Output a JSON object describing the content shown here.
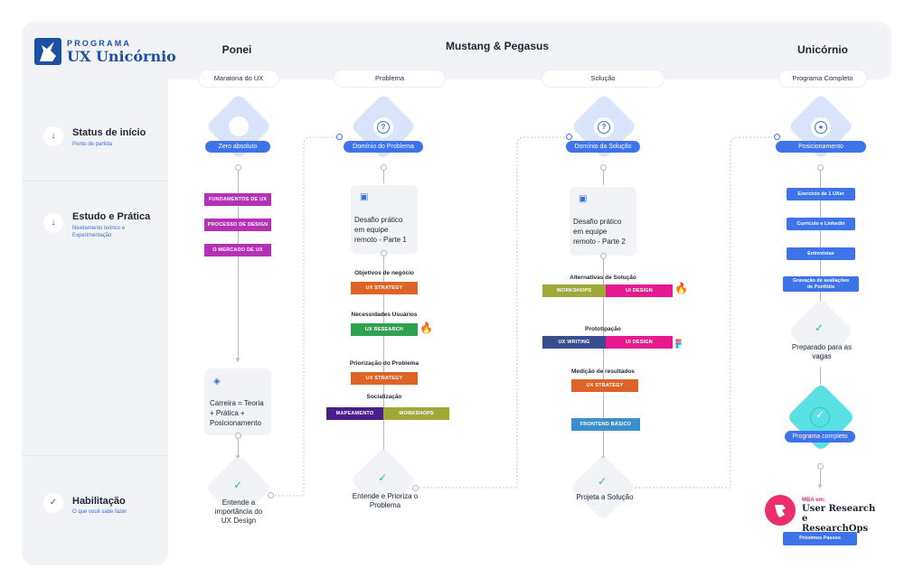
{
  "logo": {
    "sup": "PROGRAMA",
    "main": "UX Unicórnio"
  },
  "columns": [
    {
      "title": "Ponei",
      "pill": "Maratona do UX"
    },
    {
      "title": "Mustang & Pegasus",
      "pill_a": "Problema",
      "pill_b": "Solução"
    },
    {
      "title": "Unicórnio",
      "pill": "Programa Completo"
    }
  ],
  "rows": [
    {
      "title": "Status de início",
      "sub": "Ponto de partida"
    },
    {
      "title": "Estudo e Prática",
      "sub": "Nivelamento teórico e\nExperimentação"
    },
    {
      "title": "Habilitação",
      "sub": "O que você sabe fazer"
    }
  ],
  "ponei": {
    "start": "Zero absoluto",
    "tags": [
      "FUNDAMENTOS DE UX",
      "PROCESSO DE DESIGN",
      "O MERCADO DE UX"
    ],
    "card": "Carreira = Teoria\n+ Prática +\nPosicionamento",
    "end": "Entende a\nimportância do\nUX Design"
  },
  "problema": {
    "start": "Domínio do Problema",
    "card": "Desafio prático\nem equipe\nremoto - Parte 1",
    "l1": "Objetivos de negócio",
    "t1": "UX STRATEGY",
    "l2": "Necessidades Usuários",
    "t2": "UX RESEARCH",
    "l3": "Priorização do Problema",
    "t3": "UX STRATEGY",
    "l4": "Socialização",
    "t4a": "MAPEAMENTO",
    "t4b": "WORKSHOPS",
    "end": "Entende e Prioriza o\nProblema"
  },
  "solucao": {
    "start": "Domínio da Solução",
    "card": "Desafio prático\nem equipe\nremoto - Parte 2",
    "l1": "Alternativas de Solução",
    "t1a": "WORKSHOPS",
    "t1b": "UI DESIGN",
    "l2": "Prototipação",
    "t2a": "UX WRITING",
    "t2b": "UI DESIGN",
    "l3": "Medição de resultados",
    "t3": "UX STRATEGY",
    "t4": "FRONTEND BÁSICO",
    "end": "Projeta a Solução"
  },
  "unicornio": {
    "start": "Posicionamento",
    "items": [
      "Exercício de 1 UXer",
      "Currículo e Linkedin",
      "Entrevistas",
      "Gravação de avaliações\nde Portfólio"
    ],
    "ready": "Preparado para as\nvagas",
    "complete": "Programa completo",
    "mba_small": "MBA em:",
    "mba_big": "User Research e\nResearchOps",
    "next": "Próximos Passos"
  },
  "colors": {
    "purple": "#b430b4",
    "orange": "#dd6426",
    "green": "#2ea34f",
    "olive": "#9ea93a",
    "darkpurple": "#4a1f8c",
    "pink": "#e61a8f",
    "navy": "#3a4d8f",
    "teal": "#3a8fcf",
    "blue": "#3f73ea"
  },
  "icons": [
    "arrow-down-icon",
    "check-icon",
    "question-icon",
    "calendar-icon",
    "layers-icon",
    "user-icon",
    "fire-icon",
    "figma-icon"
  ]
}
